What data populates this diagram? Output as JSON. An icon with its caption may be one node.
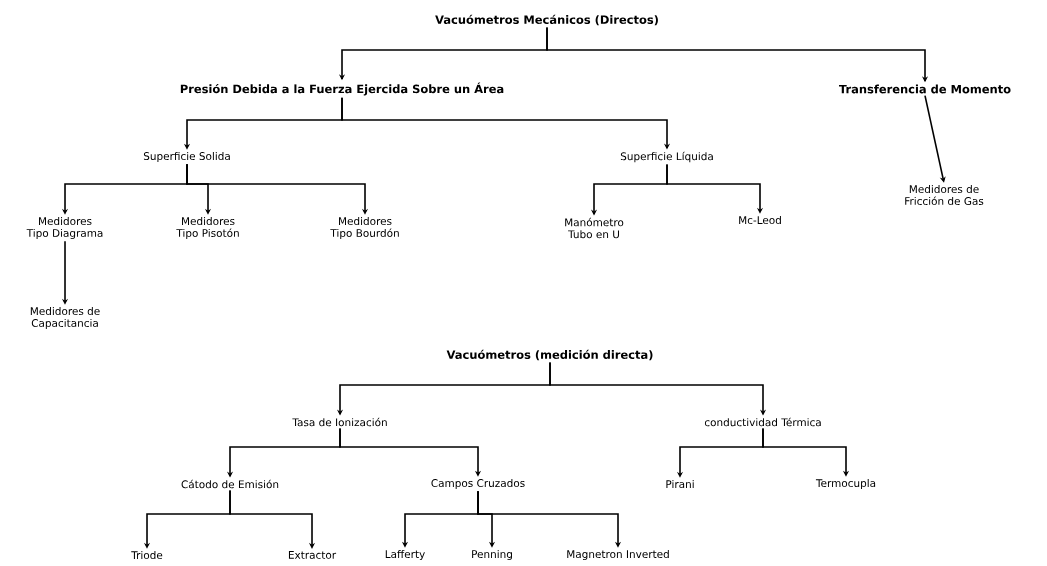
{
  "diagram": {
    "nodes": [
      {
        "text": [
          "Vacuómetros Mecánicos (Directos)"
        ]
      },
      {
        "text": [
          "Presión Debida a la Fuerza Ejercida Sobre un Área"
        ]
      },
      {
        "text": [
          "Transferencia de Momento"
        ]
      },
      {
        "text": [
          "Superficie Solida"
        ]
      },
      {
        "text": [
          "Superficie Líquida"
        ]
      },
      {
        "text": [
          "Medidores Tipo Diagrama"
        ]
      },
      {
        "text": [
          "Medidores Tipo Pisotón"
        ]
      },
      {
        "text": [
          "Medidores Tipo Bourdón"
        ]
      },
      {
        "text": [
          "Manómetro Tubo en U"
        ]
      },
      {
        "text": [
          "Mc-Leod"
        ]
      },
      {
        "text": [
          "Medidores de Fricción de Gas"
        ]
      },
      {
        "text": [
          "Medidores de Capacitancia"
        ]
      },
      {
        "text": [
          "Vacuómetros (medición directa)"
        ]
      },
      {
        "text": [
          "Tasa de Ionización"
        ]
      },
      {
        "text": [
          "conductividad Térmica"
        ]
      },
      {
        "text": [
          "Cátodo de Emisión"
        ]
      },
      {
        "text": [
          "Campos Cruzados"
        ]
      },
      {
        "text": [
          "Pirani"
        ]
      },
      {
        "text": [
          "Termocupla"
        ]
      },
      {
        "text": [
          "Triode"
        ]
      },
      {
        "text": [
          "Extractor"
        ]
      },
      {
        "text": [
          "Lafferty"
        ]
      },
      {
        "text": [
          "Penning"
        ]
      },
      {
        "text": [
          "Magnetron Inverted"
        ]
      }
    ],
    "edges": [
      {
        "from": 0,
        "to": 1,
        "arrow": "to"
      },
      {
        "from": 0,
        "to": 2,
        "arrow": "to"
      },
      {
        "from": 1,
        "to": 3,
        "arrow": "to"
      },
      {
        "from": 1,
        "to": 4,
        "arrow": "to"
      },
      {
        "from": 2,
        "to": 10,
        "arrow": "to"
      },
      {
        "from": 3,
        "to": 5,
        "arrow": "to"
      },
      {
        "from": 3,
        "to": 6,
        "arrow": "to"
      },
      {
        "from": 3,
        "to": 7,
        "arrow": "to"
      },
      {
        "from": 4,
        "to": 8,
        "arrow": "to"
      },
      {
        "from": 4,
        "to": 9,
        "arrow": "to"
      },
      {
        "from": 5,
        "to": 11,
        "arrow": "to"
      },
      {
        "from": 12,
        "to": 13,
        "arrow": "to"
      },
      {
        "from": 12,
        "to": 14,
        "arrow": "to"
      },
      {
        "from": 13,
        "to": 15,
        "arrow": "to"
      },
      {
        "from": 13,
        "to": 16,
        "arrow": "to"
      },
      {
        "from": 14,
        "to": 17,
        "arrow": "to"
      },
      {
        "from": 14,
        "to": 18,
        "arrow": "to"
      },
      {
        "from": 15,
        "to": 19,
        "arrow": "to"
      },
      {
        "from": 15,
        "to": 20,
        "arrow": "to"
      },
      {
        "from": 16,
        "to": 21,
        "arrow": "to"
      },
      {
        "from": 16,
        "to": 22,
        "arrow": "to"
      },
      {
        "from": 16,
        "to": 23,
        "arrow": "to"
      }
    ]
  }
}
